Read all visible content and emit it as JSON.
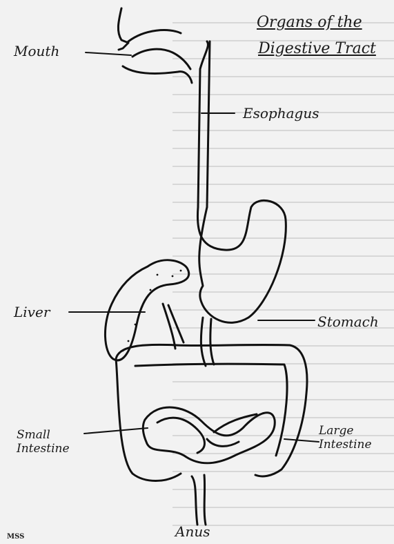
{
  "title": {
    "line1": "Organs of the",
    "line2": "Digestive Tract"
  },
  "labels": {
    "mouth": "Mouth",
    "esophagus": "Esophagus",
    "liver": "Liver",
    "stomach": "Stomach",
    "small_intestine": "Small Intestine",
    "large_intestine": "Large Intestine",
    "anus": "Anus"
  },
  "credit": "MSS"
}
